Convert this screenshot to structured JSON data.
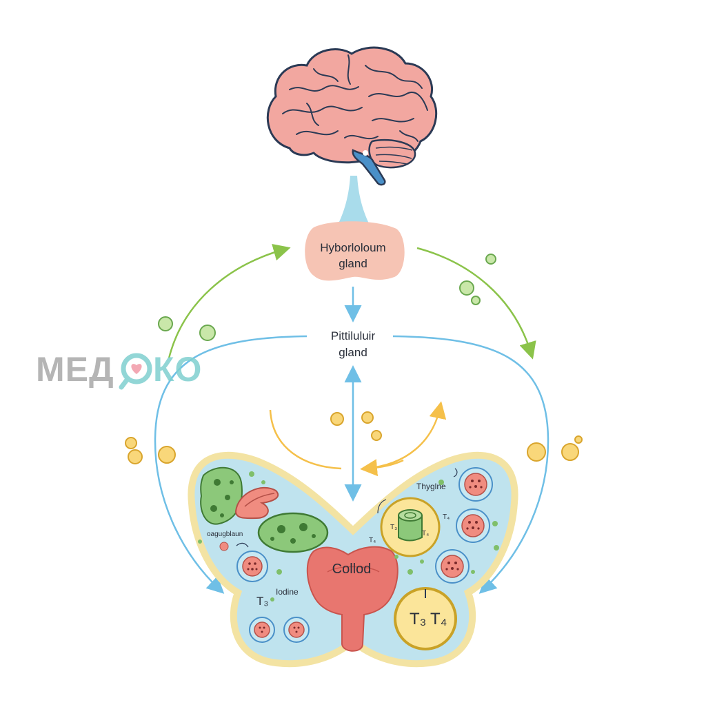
{
  "labels": {
    "hypothalamus_line1": "Hyborloloum",
    "hypothalamus_line2": "gland",
    "pituitary_line1": "Pittiluluir",
    "pituitary_line2": "gland",
    "thyroglobulin": "Thyglne",
    "colloid": "Collod",
    "iodine": "Iodine",
    "cell_label_left": "oagugblaun",
    "t3_left": "T₃",
    "t3_inner": "T₃",
    "t4_inner": "T₄",
    "t4_small": "T₄",
    "t3_big": "T₃",
    "t4_big": "T₄",
    "tiny_arrow_text": "T₄"
  },
  "watermark": {
    "part1": "МЕД",
    "part2": "КО"
  },
  "icons": [
    "brain-icon",
    "heart-icon"
  ],
  "colors": {
    "brain_fill": "#f2a7a0",
    "brain_stroke": "#2b3a55",
    "gland_fill": "#f6c4b4",
    "stalk_blue": "#7ec8e3",
    "feedback_green": "#8bc34a",
    "flow_blue": "#6fbfe6",
    "hormone_yellow": "#f5c04a",
    "thyroid_fill": "#bfe3ee",
    "thyroid_border": "#f3e3a3",
    "thyroid_red": "#e8766f",
    "cell_green": "#8cc87a",
    "watermark_gray": "#a9a9a9",
    "watermark_teal": "#7fd0d0"
  }
}
